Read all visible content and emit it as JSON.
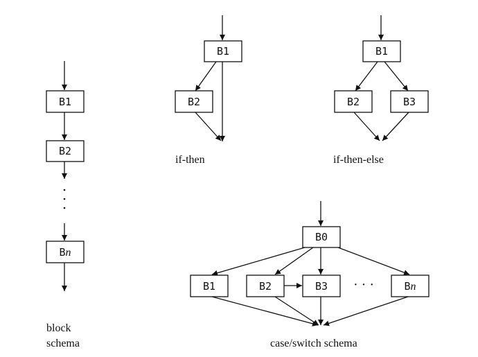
{
  "block_schema": {
    "nodes": [
      "B1",
      "B2",
      "Bn"
    ],
    "ellipsis": "⋮",
    "caption_line1": "block",
    "caption_line2": "schema"
  },
  "if_then": {
    "nodes": [
      "B1",
      "B2"
    ],
    "caption": "if-then"
  },
  "if_then_else": {
    "nodes": [
      "B1",
      "B2",
      "B3"
    ],
    "caption": "if-then-else"
  },
  "case_switch": {
    "nodes": [
      "B0",
      "B1",
      "B2",
      "B3",
      "Bn"
    ],
    "ellipsis": "· · ·",
    "caption": "case/switch schema"
  }
}
